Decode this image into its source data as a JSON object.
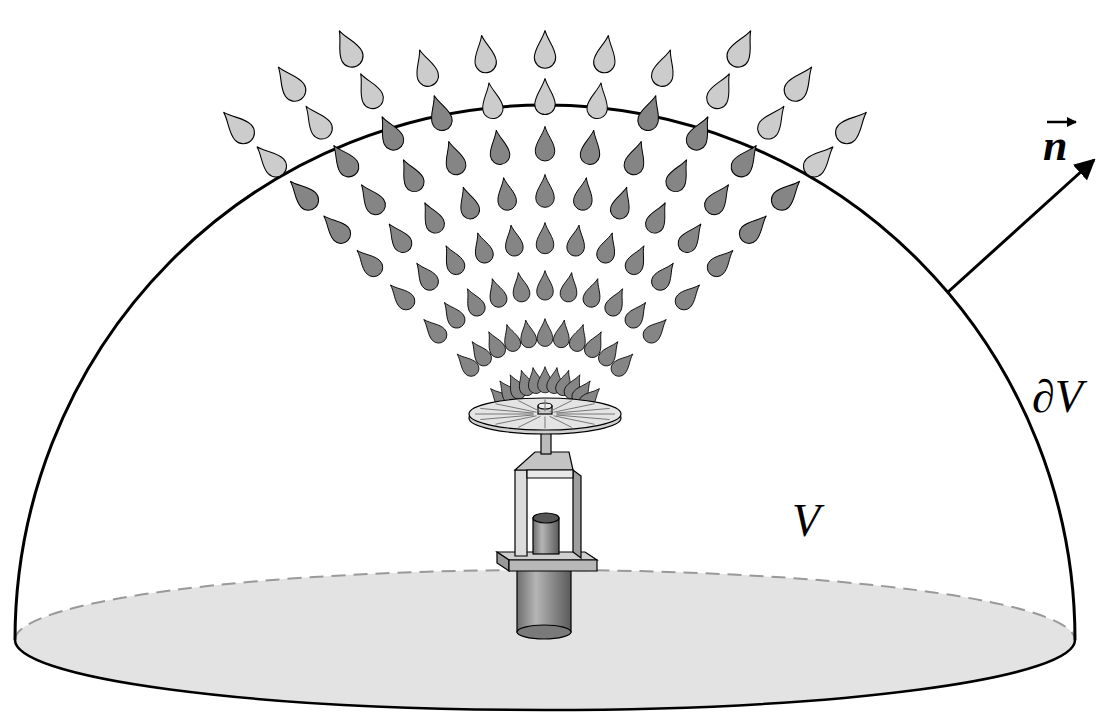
{
  "diagram": {
    "labels": [
      "n",
      "∂V",
      "V"
    ]
  }
}
